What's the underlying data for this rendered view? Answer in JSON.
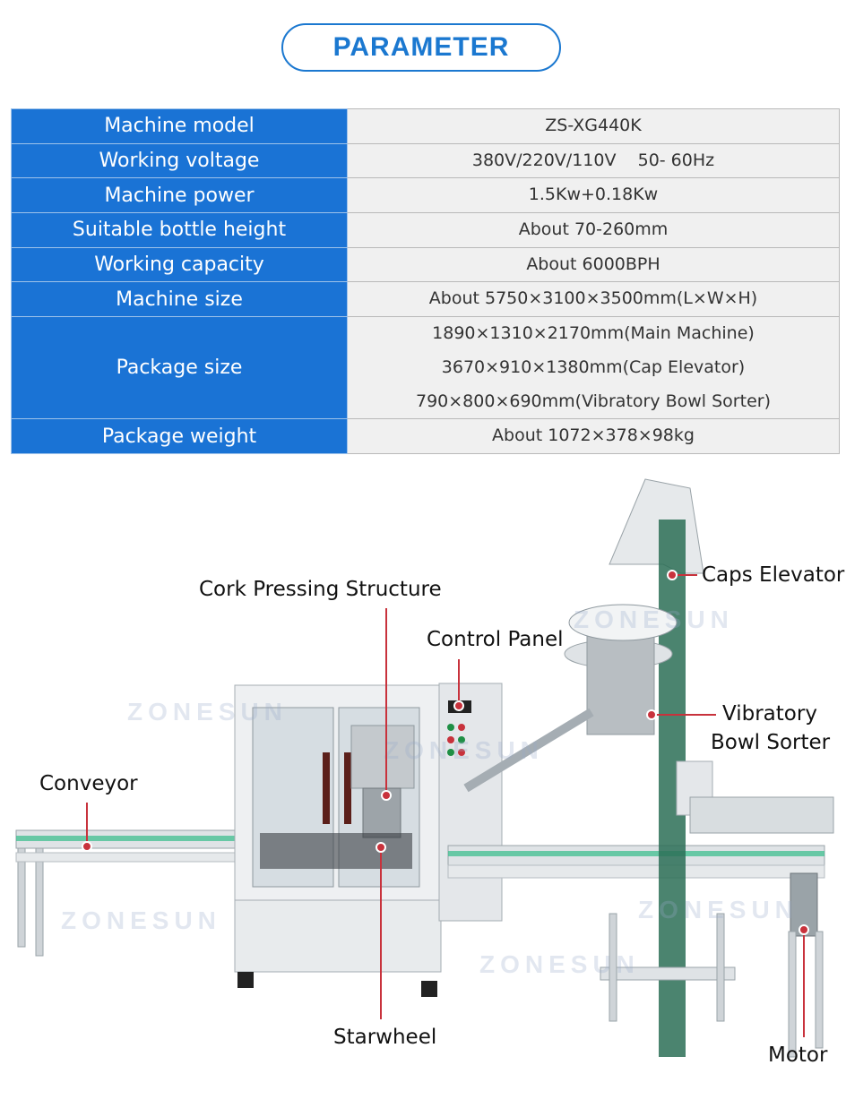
{
  "header": {
    "title": "PARAMETER"
  },
  "specs": [
    {
      "label": "Machine model",
      "values": [
        "ZS-XG440K"
      ]
    },
    {
      "label": "Working voltage",
      "values": [
        "380V/220V/110V    50- 60Hz"
      ]
    },
    {
      "label": "Machine power",
      "values": [
        "1.5Kw+0.18Kw"
      ]
    },
    {
      "label": "Suitable bottle height",
      "values": [
        "About 70-260mm"
      ]
    },
    {
      "label": "Working capacity",
      "values": [
        "About 6000BPH"
      ]
    },
    {
      "label": "Machine size",
      "values": [
        "About 5750×3100×3500mm(L×W×H)"
      ]
    },
    {
      "label": "Package size",
      "values": [
        "1890×1310×2170mm(Main Machine)",
        "3670×910×1380mm(Cap Elevator)",
        "790×800×690mm(Vibratory Bowl Sorter)"
      ]
    },
    {
      "label": "Package weight",
      "values": [
        "About 1072×378×98kg"
      ]
    }
  ],
  "callouts": {
    "cork": "Cork Pressing Structure",
    "control": "Control Panel",
    "caps": "Caps Elevator",
    "bowl1": "Vibratory",
    "bowl2": "Bowl Sorter",
    "conveyor": "Conveyor",
    "starwheel": "Starwheel",
    "motor": "Motor"
  },
  "watermark": "ZONESUN",
  "colors": {
    "accent": "#1a73d5",
    "callout_line": "#c8323c",
    "belt": "#3fbf8f"
  }
}
